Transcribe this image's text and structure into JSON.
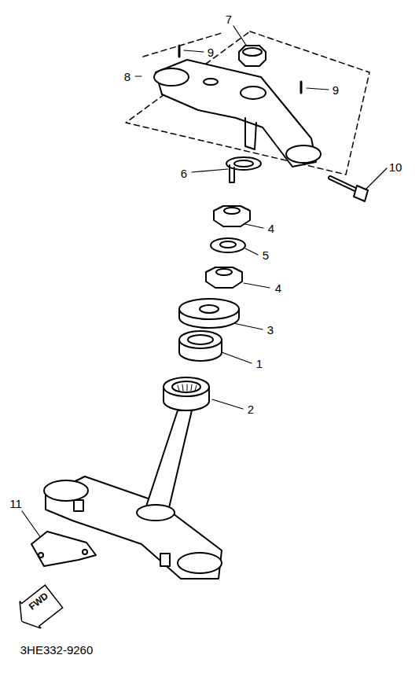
{
  "diagram": {
    "nodes": [
      {
        "text": [
          "FWD"
        ]
      }
    ],
    "labels": [
      "7",
      "9",
      "8",
      "9",
      "6",
      "10",
      "4",
      "5",
      "4",
      "3",
      "1",
      "2",
      "11",
      "3HE332-9260"
    ]
  }
}
